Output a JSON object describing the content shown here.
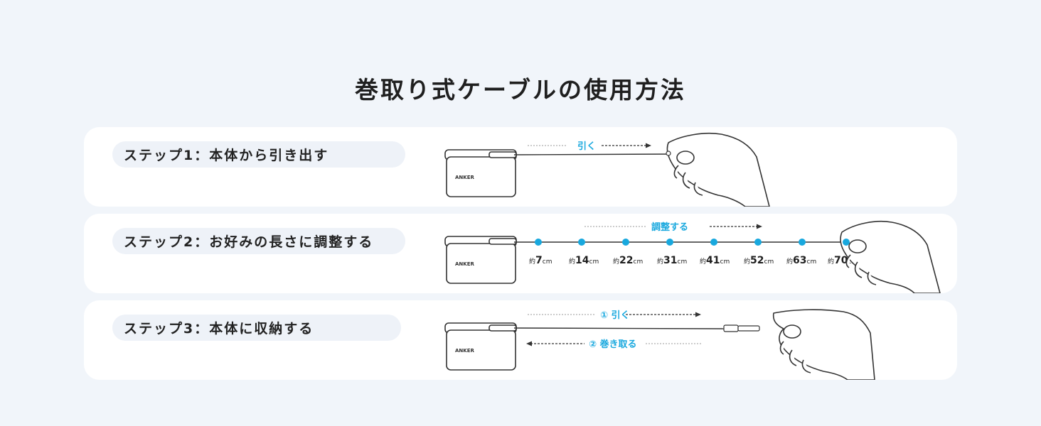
{
  "title": "巻取り式ケーブルの使用方法",
  "brand": "ANKER",
  "steps": [
    {
      "label": "ステップ1：本体から引き出す",
      "action": "引く"
    },
    {
      "label": "ステップ2：お好みの長さに調整する",
      "action": "調整する",
      "lengths": [
        {
          "prefix": "約",
          "value": "7",
          "unit": "cm"
        },
        {
          "prefix": "約",
          "value": "14",
          "unit": "cm"
        },
        {
          "prefix": "約",
          "value": "22",
          "unit": "cm"
        },
        {
          "prefix": "約",
          "value": "31",
          "unit": "cm"
        },
        {
          "prefix": "約",
          "value": "41",
          "unit": "cm"
        },
        {
          "prefix": "約",
          "value": "52",
          "unit": "cm"
        },
        {
          "prefix": "約",
          "value": "63",
          "unit": "cm"
        },
        {
          "prefix": "約",
          "value": "70",
          "unit": "cm"
        }
      ]
    },
    {
      "label": "ステップ3：本体に収納する",
      "action_pull": "① 引く",
      "action_retract": "② 巻き取る"
    }
  ],
  "colors": {
    "accent": "#18a8de",
    "line": "#333333",
    "card": "#ffffff",
    "background": "#f1f5fa",
    "pill": "#eef2f8"
  }
}
